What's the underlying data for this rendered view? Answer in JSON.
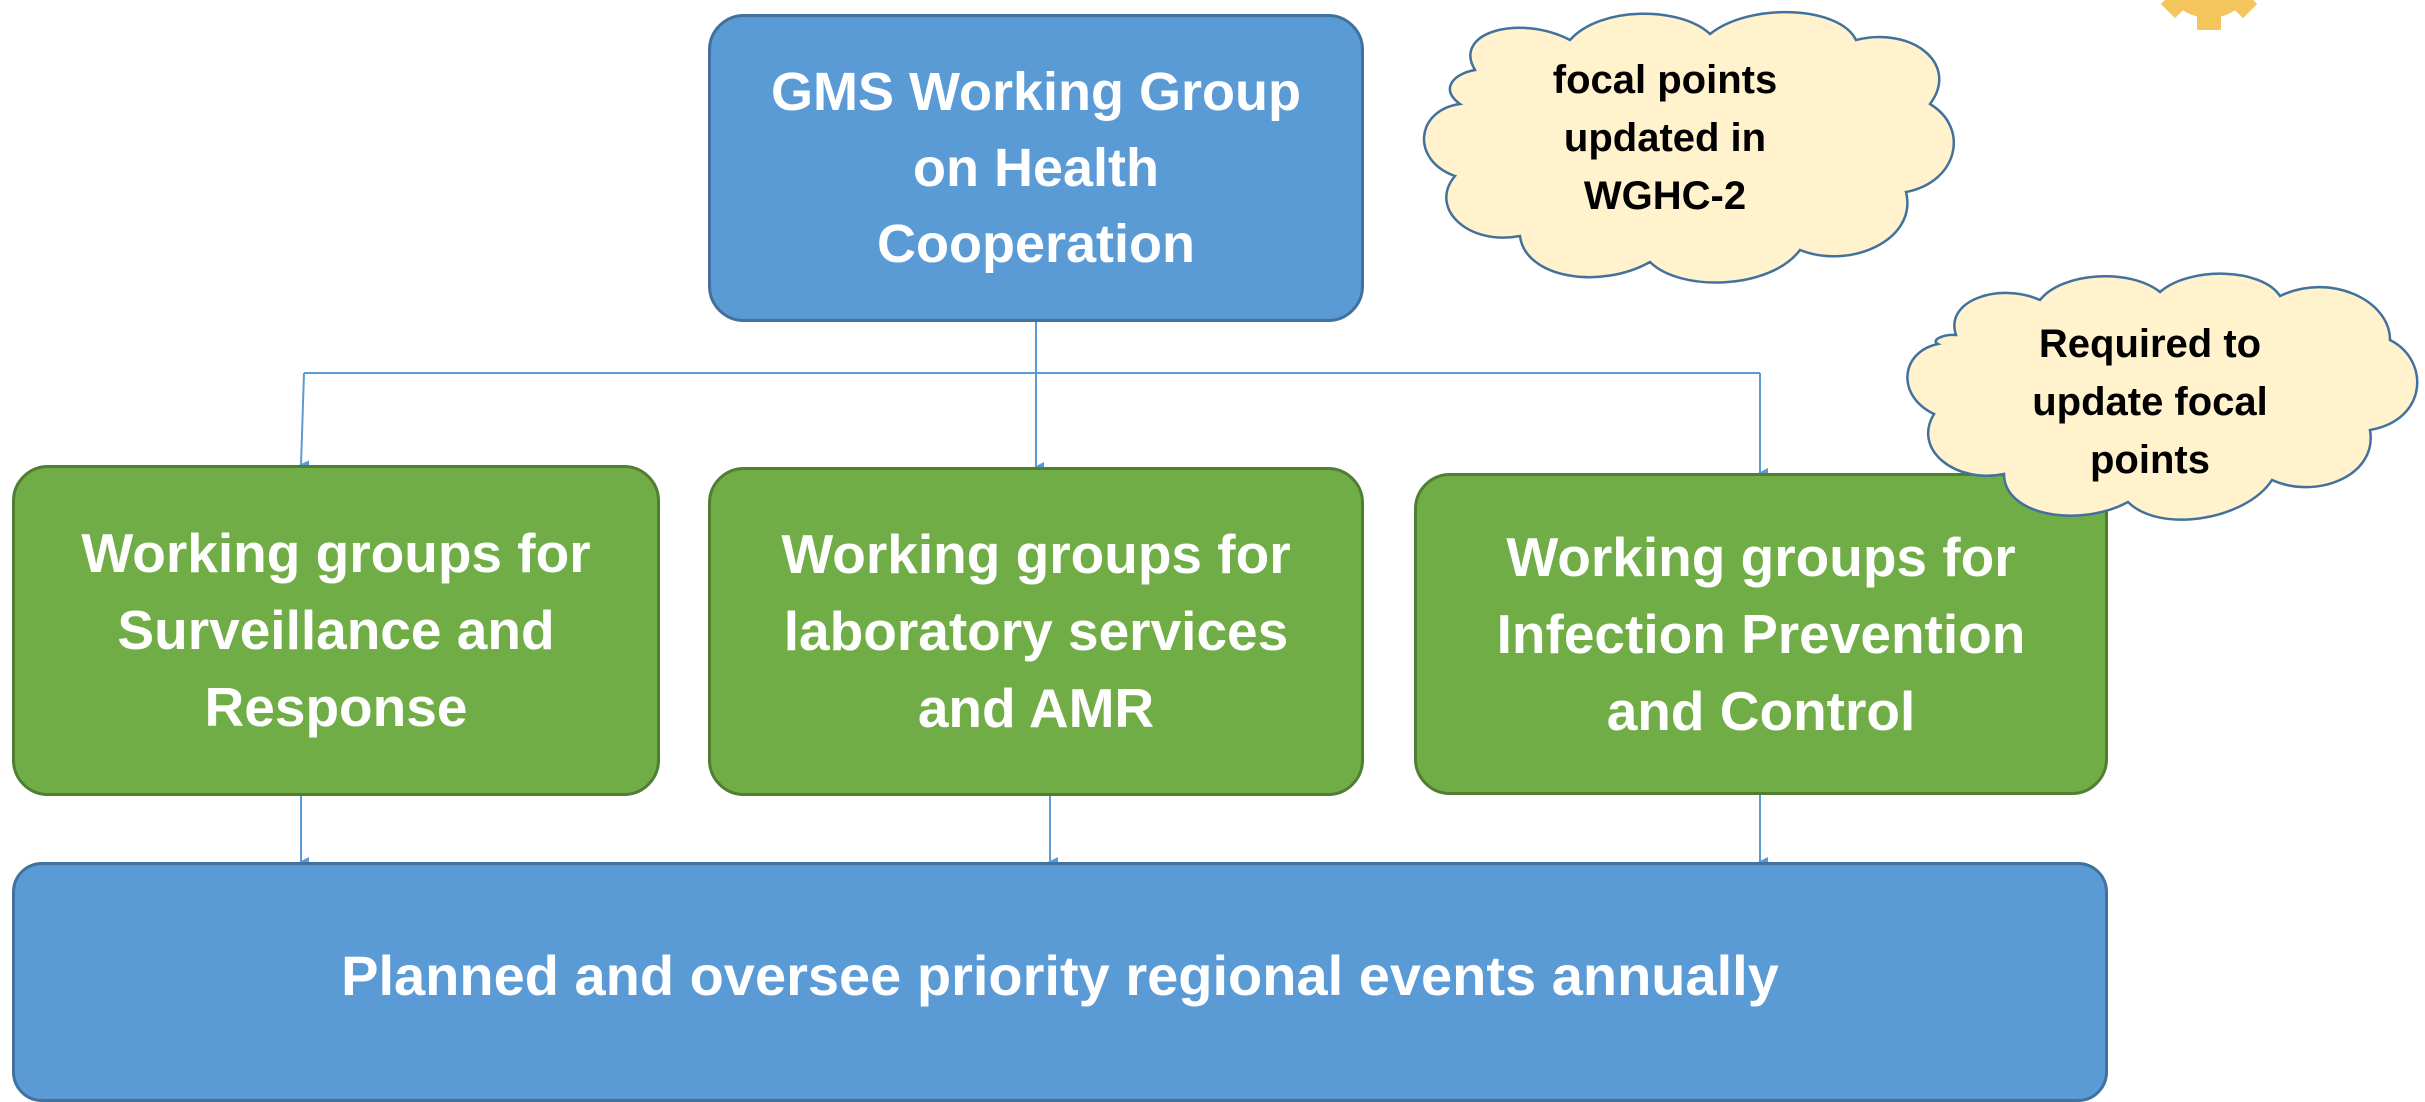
{
  "top_box": {
    "label": "GMS Working Group\non Health\nCooperation"
  },
  "working_groups": [
    {
      "label": "Working groups for\nSurveillance and\nResponse"
    },
    {
      "label": "Working groups for\nlaboratory services\nand AMR"
    },
    {
      "label": "Working groups for\nInfection Prevention\nand Control"
    }
  ],
  "bottom_box": {
    "label": "Planned and oversee priority regional events annually"
  },
  "callouts": [
    {
      "label": "focal points\nupdated in\nWGHC-2"
    },
    {
      "label": "Required to\nupdate focal\npoints"
    }
  ],
  "colors": {
    "box_blue": "#5b9bd5",
    "box_green": "#70ad47",
    "cloud_fill": "#fff2cc",
    "cloud_stroke": "#41719c",
    "connector": "#5b9bd5"
  }
}
